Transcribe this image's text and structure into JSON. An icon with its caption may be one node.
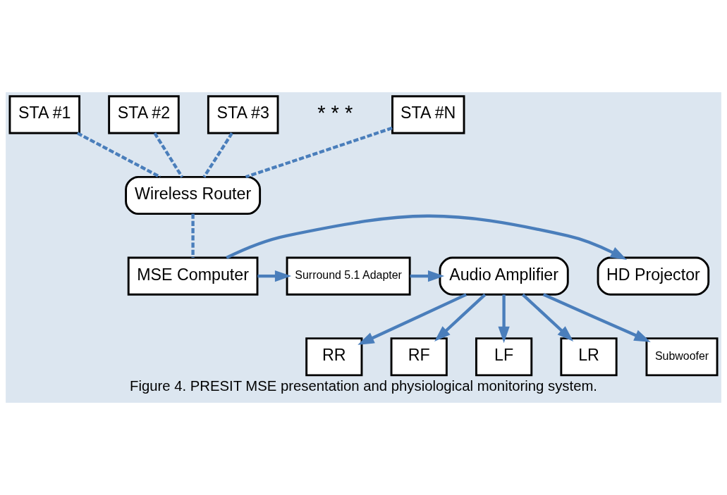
{
  "diagram": {
    "caption": "Figure 4. PRESIT MSE presentation and physiological monitoring system.",
    "nodes": [
      {
        "text": [
          "STA #1"
        ]
      },
      {
        "text": [
          "STA #2"
        ]
      },
      {
        "text": [
          "STA #3"
        ]
      },
      {
        "text": [
          "STA #N"
        ]
      },
      {
        "text": [
          "Wireless Router"
        ]
      },
      {
        "text": [
          "RR"
        ]
      },
      {
        "text": [
          "RF"
        ]
      },
      {
        "text": [
          "LF"
        ]
      },
      {
        "text": [
          "LR"
        ]
      },
      {
        "text": [
          "HD Projector"
        ]
      },
      {
        "text": [
          "MSE Computer"
        ]
      },
      {
        "text": [
          "Surround 5.1 Adapter"
        ]
      },
      {
        "text": [
          "Audio Amplifier"
        ]
      },
      {
        "text": [
          "Subwoofer"
        ]
      }
    ],
    "edges": [
      {
        "from": 0,
        "to": 4,
        "arrow": "none",
        "style": "dashed"
      },
      {
        "from": 1,
        "to": 4,
        "arrow": "none",
        "style": "dashed"
      },
      {
        "from": 2,
        "to": 4,
        "arrow": "none",
        "style": "dashed"
      },
      {
        "from": 3,
        "to": 4,
        "arrow": "none",
        "style": "dashed"
      },
      {
        "from": 4,
        "to": 10,
        "arrow": "none",
        "style": "dashed"
      },
      {
        "from": 10,
        "to": 9,
        "arrow": "to"
      },
      {
        "from": 10,
        "to": 11,
        "arrow": "to"
      },
      {
        "from": 11,
        "to": 12,
        "arrow": "to"
      },
      {
        "from": 12,
        "to": 5,
        "arrow": "to"
      },
      {
        "from": 12,
        "to": 6,
        "arrow": "to"
      },
      {
        "from": 12,
        "to": 7,
        "arrow": "to"
      },
      {
        "from": 12,
        "to": 8,
        "arrow": "to"
      },
      {
        "from": 12,
        "to": 13,
        "arrow": "to"
      }
    ],
    "labels": [
      "* * *"
    ]
  }
}
